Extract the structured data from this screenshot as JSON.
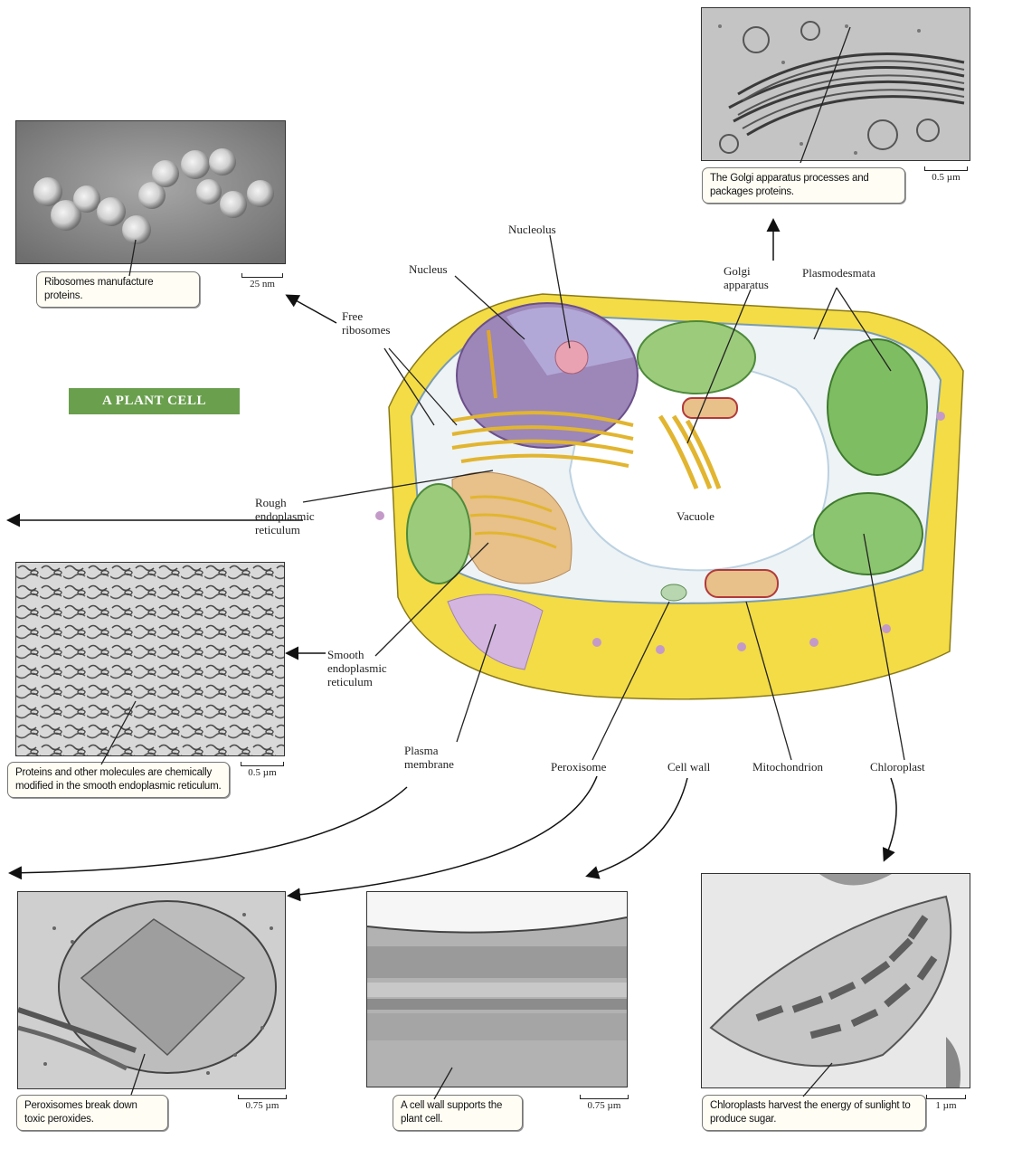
{
  "title": "A PLANT CELL",
  "labels": {
    "nucleolus": "Nucleolus",
    "nucleus": "Nucleus",
    "free_ribosomes": [
      "Free",
      "ribosomes"
    ],
    "golgi": [
      "Golgi",
      "apparatus"
    ],
    "plasmodesmata": "Plasmodesmata",
    "rough_er": [
      "Rough",
      "endoplasmic",
      "reticulum"
    ],
    "vacuole": "Vacuole",
    "smooth_er": [
      "Smooth",
      "endoplasmic",
      "reticulum"
    ],
    "plasma_membrane": [
      "Plasma",
      "membrane"
    ],
    "peroxisome": "Peroxisome",
    "cell_wall": "Cell wall",
    "mitochondrion": "Mitochondrion",
    "chloroplast": "Chloroplast"
  },
  "micrographs": {
    "ribosomes": {
      "caption": "Ribosomes manufacture proteins.",
      "scale": "25 nm"
    },
    "golgi": {
      "caption": "The Golgi apparatus processes and packages proteins.",
      "scale": "0.5 µm"
    },
    "smooth_er": {
      "caption": "Proteins and other molecules are chemically modified in the smooth endoplasmic reticulum.",
      "scale": "0.5 µm"
    },
    "peroxisome": {
      "caption": "Peroxisomes break down toxic peroxides.",
      "scale": "0.75 µm"
    },
    "cell_wall": {
      "caption": "A cell wall supports the plant cell.",
      "scale": "0.75 µm"
    },
    "chloroplast": {
      "caption": "Chloroplasts harvest the energy of sunlight to produce sugar.",
      "scale": "1 µm"
    }
  },
  "colors": {
    "title_bg": "#6a9f4e",
    "cell_wall": "#f3dc45",
    "chloroplast": "#9ccb7c",
    "nucleus": "#9c87b8",
    "er": "#e7c08a",
    "membrane": "#d4b5e0"
  }
}
